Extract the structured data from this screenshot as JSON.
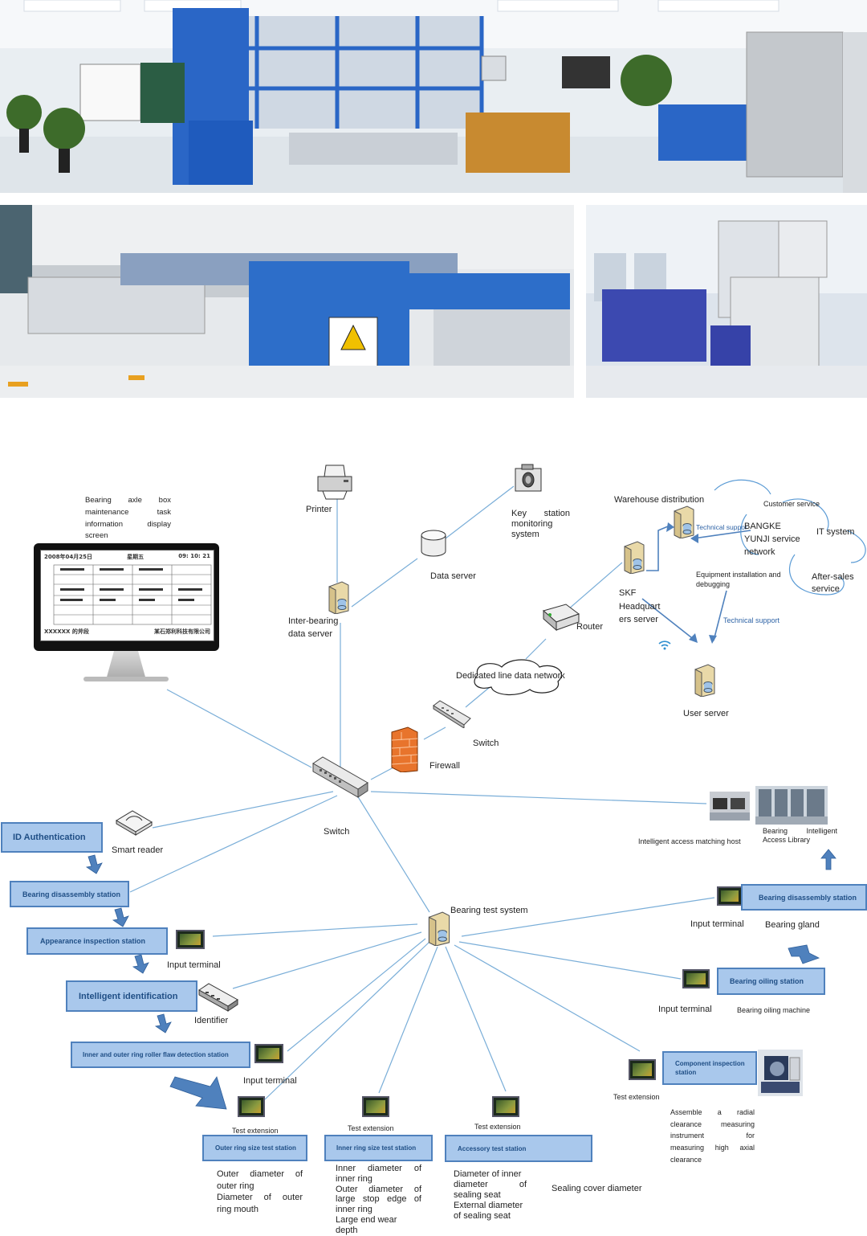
{
  "monitor": {
    "caption": [
      "Bearing axle box",
      "maintenance task",
      "information display",
      "screen"
    ],
    "screen_header": [
      "2008年04月25日",
      "星期五",
      "09: 10: 21"
    ],
    "screen_footer": [
      "XXXXXX 的斧段",
      "某石郑利科技有限公司"
    ]
  },
  "network": {
    "printer": "Printer",
    "key_station": [
      "Key station",
      "monitoring",
      "system"
    ],
    "data_server": "Data server",
    "inter_bearing": [
      "Inter-bearing",
      "data server"
    ],
    "warehouse": "Warehouse distribution",
    "customer_service": "Customer service",
    "technical_support_top": "Technical support",
    "bangke": [
      "BANGKE",
      "YUNJI service",
      "network"
    ],
    "it_system": "IT system",
    "equipment": [
      "Equipment installation and",
      "debugging"
    ],
    "after_sales": [
      "After-sales",
      "service"
    ],
    "skf": [
      "SKF",
      "Headquart",
      "ers server"
    ],
    "router": "Router",
    "technical_support_bottom": "Technical support",
    "dedicated": "Dedicated line data network",
    "user_server": "User server",
    "switch_small": "Switch",
    "firewall": "Firewall",
    "switch_main": "Switch",
    "intelligent_host": "Intelligent access matching host",
    "access_library": [
      "Bearing Intelligent",
      "Access Library"
    ],
    "bearing_test_system": "Bearing test system"
  },
  "left": {
    "id_auth": "ID Authentication",
    "smart_reader": "Smart reader",
    "disassembly": "Bearing disassembly station",
    "appearance": "Appearance inspection station",
    "input_terminal_1": "Input terminal",
    "intelligent_identification": "Intelligent identification",
    "identifier": "Identifier",
    "flaw": "Inner and outer ring roller flaw detection station",
    "input_terminal_2": "Input terminal"
  },
  "right": {
    "disassembly": "Bearing disassembly station",
    "input_terminal_1": "Input terminal",
    "bearing_gland": "Bearing gland",
    "oiling": "Bearing oiling station",
    "input_terminal_2": "Input terminal",
    "oiling_machine": "Bearing oiling machine",
    "component": [
      "Component inspection",
      "station"
    ],
    "test_extension": "Test extension",
    "assemble": [
      "Assemble a radial",
      "clearance measuring",
      "instrument for",
      "measuring high axial",
      "clearance"
    ]
  },
  "bottom": {
    "outer": {
      "ext": "Test extension",
      "box": "Outer ring size test station",
      "desc": [
        "Outer diameter of",
        "outer ring",
        "Diameter of outer",
        "ring mouth"
      ]
    },
    "inner": {
      "ext": "Test extension",
      "box": "Inner ring size test station",
      "desc": [
        "Inner diameter of",
        "inner ring",
        "Outer diameter of",
        "large stop edge of",
        "inner ring",
        "Large end wear depth"
      ]
    },
    "accessory": {
      "ext": "Test extension",
      "box": "Accessory test station",
      "desc": [
        "Diameter of inner",
        "diameter of",
        "sealing seat",
        "External diameter",
        "of sealing seat"
      ]
    },
    "sealing": "Sealing cover diameter"
  },
  "colors": {
    "box_fill": "#a9c8ec",
    "box_border": "#4f81bd",
    "box_text": "#1f4e85",
    "link": "#7aaed8",
    "arrow": "#4f81bd"
  }
}
